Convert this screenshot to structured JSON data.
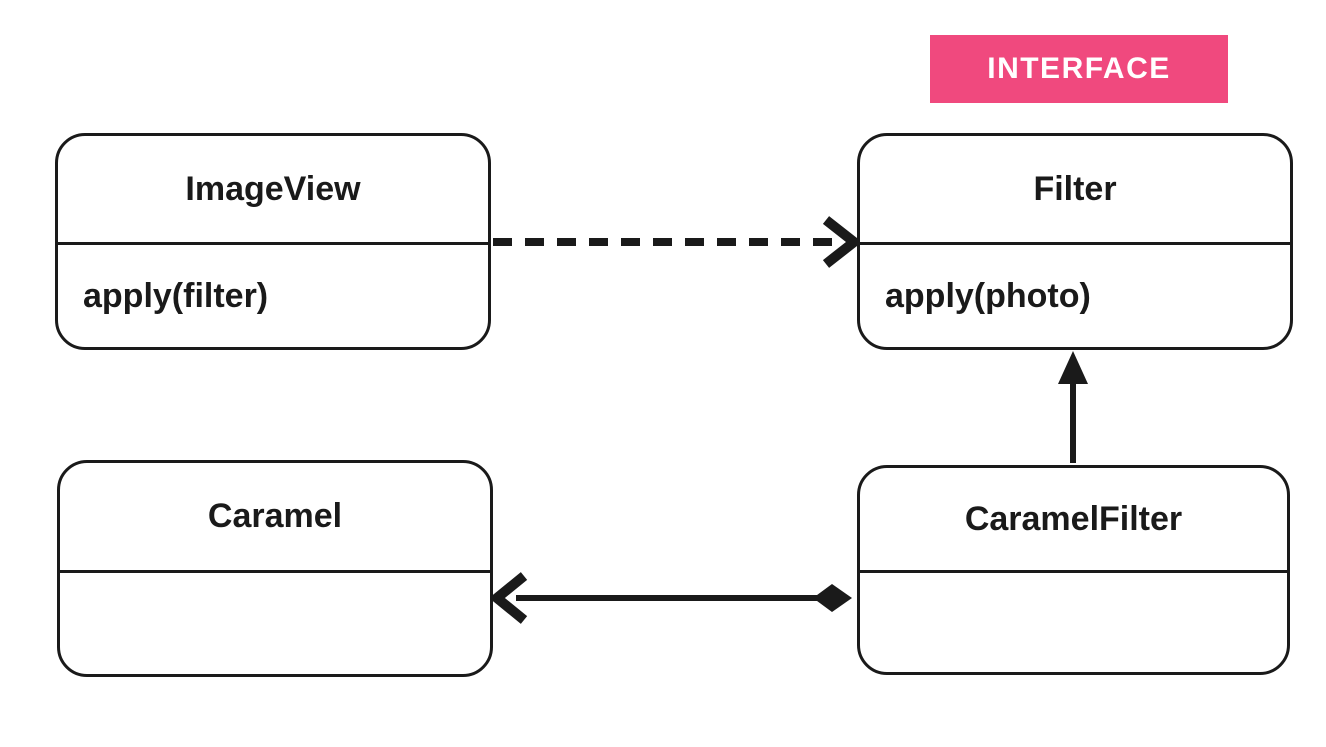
{
  "diagram": {
    "background_color": "#ffffff",
    "line_color": "#1a1a1a",
    "badge": {
      "label": "INTERFACE",
      "bg_color": "#f0497e",
      "text_color": "#ffffff"
    },
    "classes": {
      "imageview": {
        "title": "ImageView",
        "method": "apply(filter)"
      },
      "filter": {
        "title": "Filter",
        "method": "apply(photo)"
      },
      "caramel": {
        "title": "Caramel",
        "method": ""
      },
      "caramelfilter": {
        "title": "CaramelFilter",
        "method": ""
      }
    },
    "edges": [
      {
        "from": "ImageView",
        "to": "Filter",
        "type": "dependency",
        "style": "dashed-line-open-arrowhead"
      },
      {
        "from": "CaramelFilter",
        "to": "Filter",
        "type": "realization",
        "style": "solid-line-filled-arrowhead"
      },
      {
        "from": "CaramelFilter",
        "to": "Caramel",
        "type": "composition",
        "style": "solid-line-filled-diamond-open-arrowhead"
      }
    ]
  }
}
